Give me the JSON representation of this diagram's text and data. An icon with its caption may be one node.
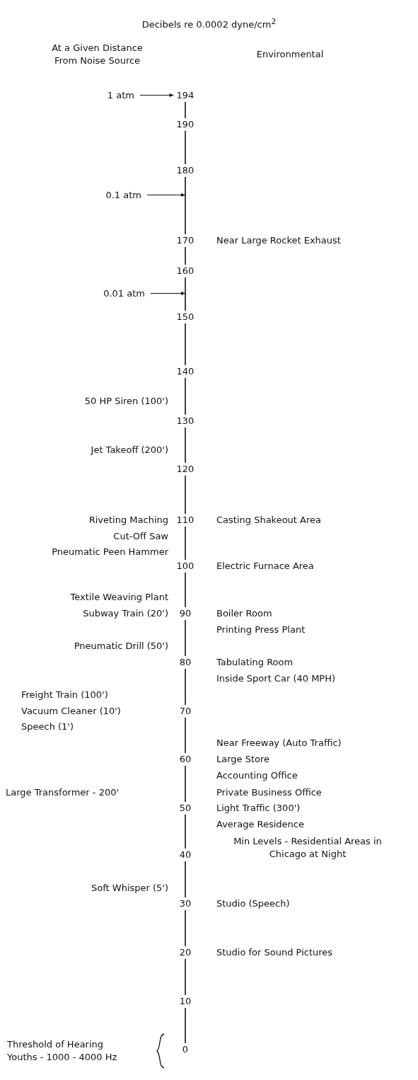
{
  "diagram": {
    "title": "Decibels re 0.0002 dyne/cm$^{2}$",
    "nodes": [
      {
        "text": [
          "1 atm"
        ]
      },
      {
        "text": [
          "194"
        ]
      },
      {
        "text": [
          "0.1 atm"
        ]
      },
      {
        "text": [
          "0.01 atm"
        ]
      }
    ],
    "edges": [
      {
        "from": 0,
        "to": 1,
        "arrow": "to"
      },
      {
        "from": 2,
        "to": null,
        "arrow": "to"
      },
      {
        "from": 3,
        "to": null,
        "arrow": "to"
      }
    ],
    "labels": [
      "At a Given Distance From Noise Source",
      "Environmental",
      "190",
      "180",
      "170",
      "Near Large Rocket Exhaust",
      "160",
      "150",
      "140",
      "50 HP Siren (100')",
      "130",
      "Jet Takeoff (200')",
      "120",
      "Riveting Maching",
      "110",
      "Casting Shakeout Area",
      "Cut-Off Saw",
      "Pneumatic Peen Hammer",
      "100",
      "Electric Furnace Area",
      "Textile Weaving Plant",
      "Subway Train (20')",
      "90",
      "Boiler Room",
      "Printing Press Plant",
      "Pneumatic Drill (50')",
      "80",
      "Tabulating Room",
      "Inside Sport Car (40 MPH)",
      "Freight Train (100')",
      "Vacuum Cleaner (10')",
      "70",
      "Speech (1')",
      "Near Freeway (Auto Traffic)",
      "60",
      "Large Store",
      "Accounting Office",
      "Large Transformer - 200'",
      "Private Business Office",
      "50",
      "Light Traffic (300')",
      "Average Residence",
      "40",
      "Min Levels - Residential Areas in Chicago at Night",
      "Soft Whisper (5')",
      "30",
      "Studio (Speech)",
      "20",
      "Studio for Sound Pictures",
      "10",
      "Threshold of Hearing Youths - 1000 - 4000 Hz",
      "0"
    ]
  }
}
